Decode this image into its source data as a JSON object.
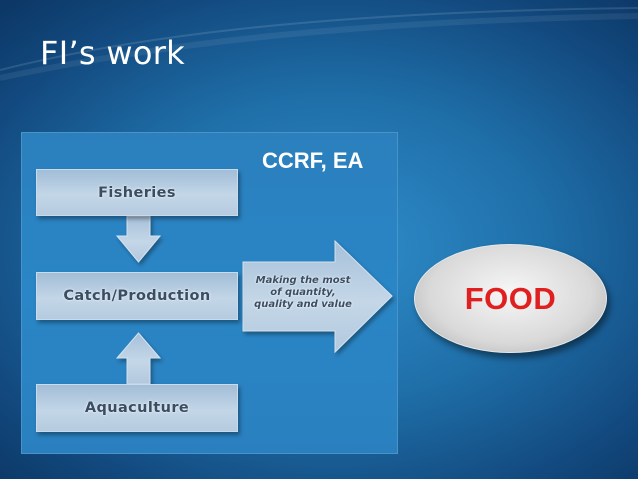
{
  "slide": {
    "title": "FI’s work"
  },
  "diagram": {
    "frame_label": "CCRF, EA",
    "boxes": {
      "fisheries": "Fisheries",
      "catch_production": "Catch/Production",
      "aquaculture": "Aquaculture"
    },
    "arrow_text": [
      "Making the most",
      "of quantity,",
      "quality and value"
    ],
    "output_label": "FOOD"
  },
  "colors": {
    "background": "#1f6fa9",
    "box_fill": "#b6cbe0",
    "box_text": "#3a4d63",
    "food_text": "#e01f1f"
  }
}
